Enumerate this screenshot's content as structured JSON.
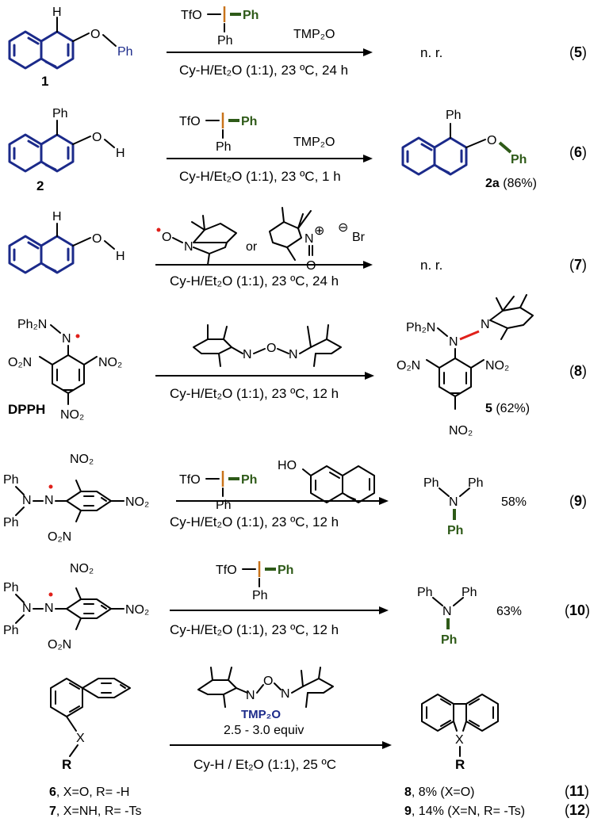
{
  "colors": {
    "naphthalene": "#1b2a8a",
    "phenyl_transfer": "#2e5a18",
    "iodine": "#c8731a",
    "radical_dot": "#e0201a",
    "new_bond": "#e0201a"
  },
  "reagents": {
    "tfo": "TfO",
    "i": "I",
    "ph": "Ph",
    "tmp2o": "TMP₂O",
    "or": "or",
    "br": "Br",
    "dpph": "DPPH",
    "tmp2o_label": "TMP₂O",
    "equiv": "2.5 - 3.0 equiv"
  },
  "conditions": {
    "r5": "Cy-H/Et₂O (1:1), 23 ºC, 24 h",
    "r6": "Cy-H/Et₂O (1:1), 23 ºC, 1 h",
    "r7": "Cy-H/Et₂O (1:1), 23 ºC, 24 h",
    "r8": "Cy-H/Et₂O (1:1), 23 ºC, 12 h",
    "r9": "Cy-H/Et₂O (1:1), 23 ºC, 12 h",
    "r10": "Cy-H/Et₂O (1:1), 23 ºC, 12 h",
    "r11": "Cy-H / Et₂O (1:1), 25 ºC"
  },
  "products": {
    "nr": "n. r.",
    "p6_label": "2a",
    "p6_yield": " (86%)",
    "p8_label": "5",
    "p8_yield": " (62%)",
    "p9_yield": "58%",
    "p10_yield": "63%"
  },
  "substrates": {
    "s1": "1",
    "s2": "2",
    "s6": "6",
    "s6_text": ", X=O, R= -H",
    "s7": "7",
    "s7_text": ", X=NH, R= -Ts",
    "p8": "8",
    "p8_text": ", 8% (X=O)",
    "p9": "9",
    "p9_text": ", 14% (X=N, R= -Ts)"
  },
  "atoms": {
    "H": "H",
    "O": "O",
    "N": "N",
    "X": "X",
    "R": "R",
    "Ph2N": "Ph₂N",
    "O2N": "O₂N",
    "NO2": "NO₂",
    "plus": "⊕",
    "minus": "⊖"
  },
  "equation_numbers": {
    "e5": "5",
    "e6": "6",
    "e7": "7",
    "e8": "8",
    "e9": "9",
    "e10": "10",
    "e11": "11",
    "e12": "12"
  }
}
